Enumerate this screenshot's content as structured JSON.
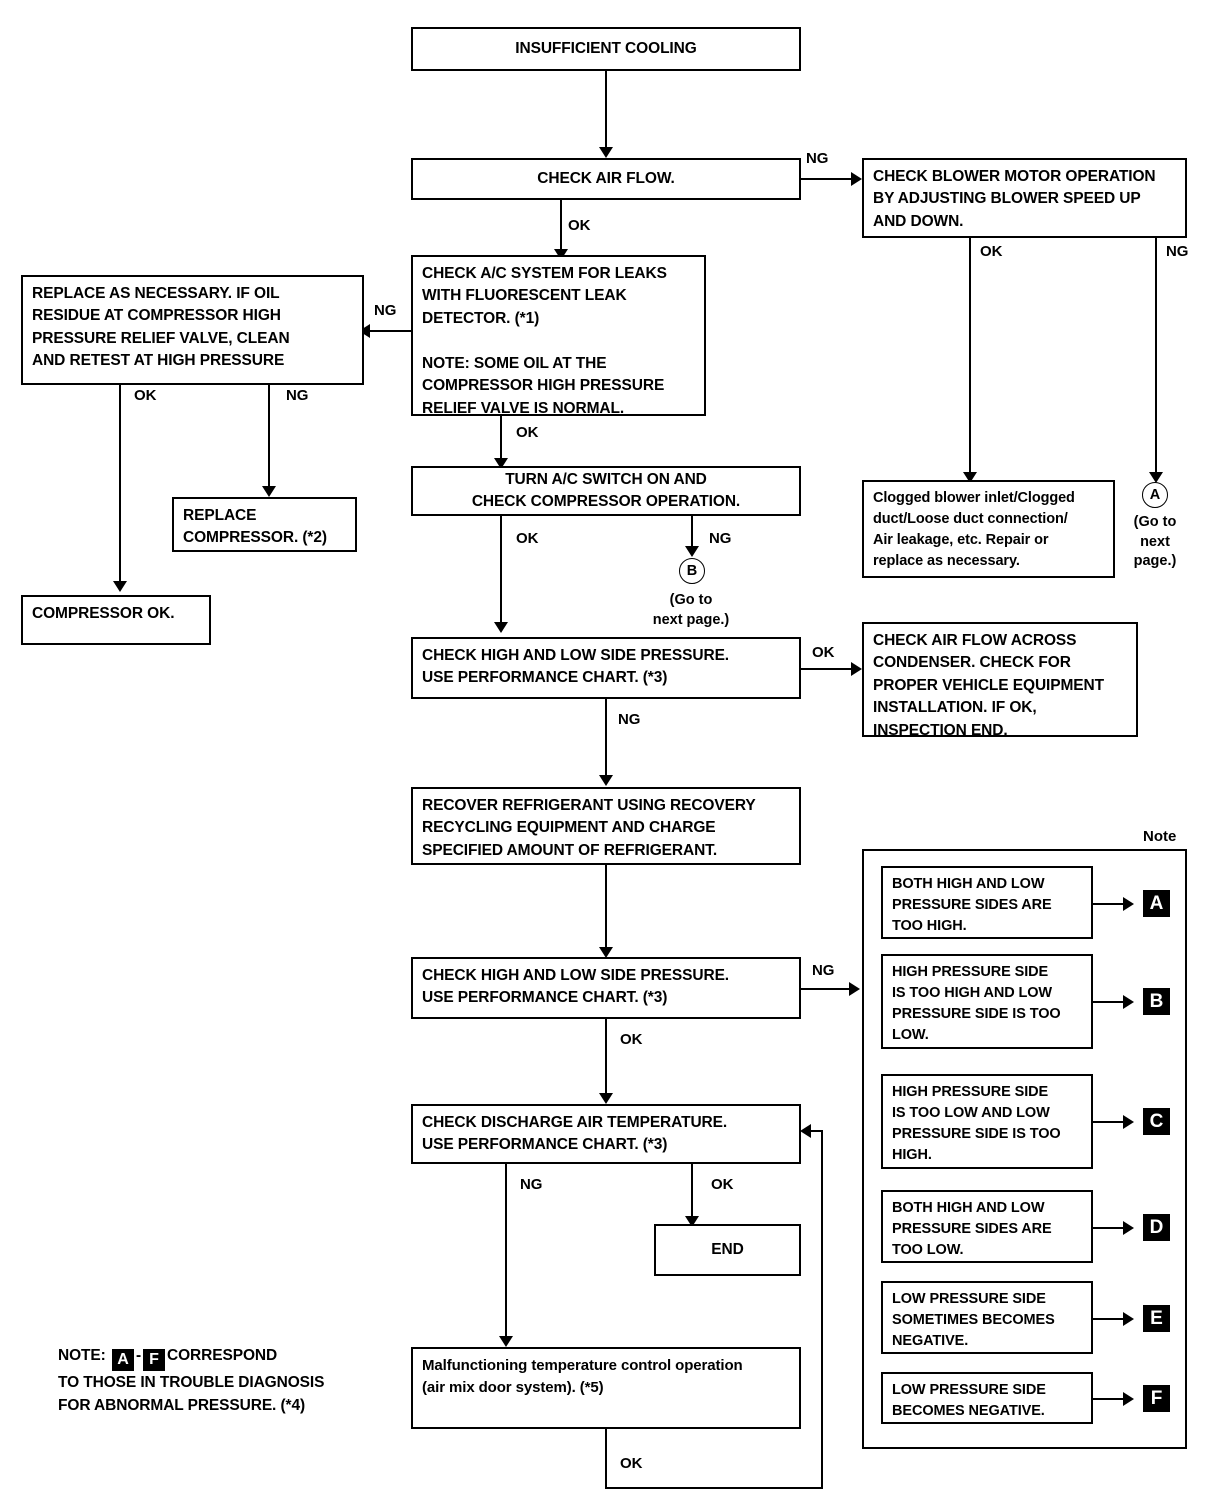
{
  "diagram": {
    "title": "Insufficient Cooling Trouble Diagnosis Flow Chart",
    "boxes": {
      "insufficient_cooling": "INSUFFICIENT COOLING",
      "check_air_flow": "CHECK AIR FLOW.",
      "check_blower_motor": "CHECK BLOWER MOTOR OPERATION\nBY ADJUSTING BLOWER SPEED UP\nAND DOWN.",
      "check_ac_leaks": "CHECK A/C SYSTEM FOR LEAKS\nWITH FLUORESCENT LEAK\nDETECTOR. (*1)\n\nNOTE: SOME OIL AT THE\nCOMPRESSOR HIGH PRESSURE\nRELIEF VALVE IS NORMAL.",
      "replace_as_necessary": "REPLACE AS NECESSARY. IF OIL\nRESIDUE AT COMPRESSOR HIGH\nPRESSURE RELIEF VALVE, CLEAN\nAND RETEST AT HIGH PRESSURE",
      "replace_compressor": "REPLACE\nCOMPRESSOR. (*2)",
      "compressor_ok": "COMPRESSOR OK.",
      "turn_ac_switch": "TURN A/C SWITCH ON AND\nCHECK COMPRESSOR OPERATION.",
      "clogged_blower": "Clogged blower inlet/Clogged\nduct/Loose duct connection/\nAir leakage, etc. Repair or\nreplace as necessary.",
      "check_pressure_1": "CHECK HIGH AND LOW SIDE PRESSURE.\nUSE PERFORMANCE CHART. (*3)",
      "check_air_flow_condenser": "CHECK AIR FLOW ACROSS\nCONDENSER. CHECK FOR\nPROPER VEHICLE EQUIPMENT\nINSTALLATION. IF OK,\nINSPECTION END.",
      "recover_refrigerant": "RECOVER REFRIGERANT USING RECOVERY\nRECYCLING EQUIPMENT AND CHARGE\nSPECIFIED AMOUNT OF REFRIGERANT.",
      "check_pressure_2": "CHECK HIGH AND LOW SIDE PRESSURE.\nUSE PERFORMANCE CHART. (*3)",
      "check_discharge_temp": "CHECK DISCHARGE AIR TEMPERATURE.\nUSE PERFORMANCE CHART. (*3)",
      "end": "END",
      "malfunctioning_temp": "Malfunctioning temperature control operation\n(air mix door system). (*5)"
    },
    "edge_labels": {
      "ng_air_flow": "NG",
      "ok_air_flow": "OK",
      "ok_blower": "OK",
      "ng_blower": "NG",
      "ng_leaks": "NG",
      "ok_leaks": "OK",
      "ok_replace": "OK",
      "ng_replace": "NG",
      "ok_compressor": "OK",
      "ng_compressor": "NG",
      "ok_pressure1": "OK",
      "ng_pressure1": "NG",
      "ng_pressure2": "NG",
      "ok_pressure2": "OK",
      "ng_discharge": "NG",
      "ok_discharge": "OK",
      "ok_malfunction": "OK"
    },
    "connectors": {
      "a_letter": "A",
      "a_caption": "(Go to\nnext\npage.)",
      "b_letter": "B",
      "b_caption": "(Go to\nnext page.)"
    },
    "note_panel": {
      "label": "Note",
      "rows": [
        {
          "text": "BOTH HIGH AND LOW\nPRESSURE SIDES ARE\nTOO HIGH.",
          "code": "A"
        },
        {
          "text": "HIGH PRESSURE SIDE\nIS TOO HIGH AND LOW\nPRESSURE SIDE IS TOO\nLOW.",
          "code": "B"
        },
        {
          "text": "HIGH PRESSURE SIDE\nIS TOO LOW AND LOW\nPRESSURE SIDE IS TOO\nHIGH.",
          "code": "C"
        },
        {
          "text": "BOTH HIGH AND LOW\nPRESSURE SIDES ARE\nTOO LOW.",
          "code": "D"
        },
        {
          "text": "LOW PRESSURE SIDE\nSOMETIMES BECOMES\nNEGATIVE.",
          "code": "E"
        },
        {
          "text": "LOW PRESSURE SIDE\nBECOMES NEGATIVE.",
          "code": "F"
        }
      ]
    },
    "footnote": {
      "prefix": "NOTE: ",
      "first_code": "A",
      "dash": "-",
      "last_code": "F",
      "suffix": "CORRESPOND",
      "line2": "TO THOSE IN TROUBLE DIAGNOSIS",
      "line3": "FOR ABNORMAL PRESSURE. (*4)"
    },
    "colors": {
      "line": "#000000",
      "background": "#ffffff",
      "code_badge_bg": "#000000",
      "code_badge_fg": "#ffffff"
    }
  }
}
